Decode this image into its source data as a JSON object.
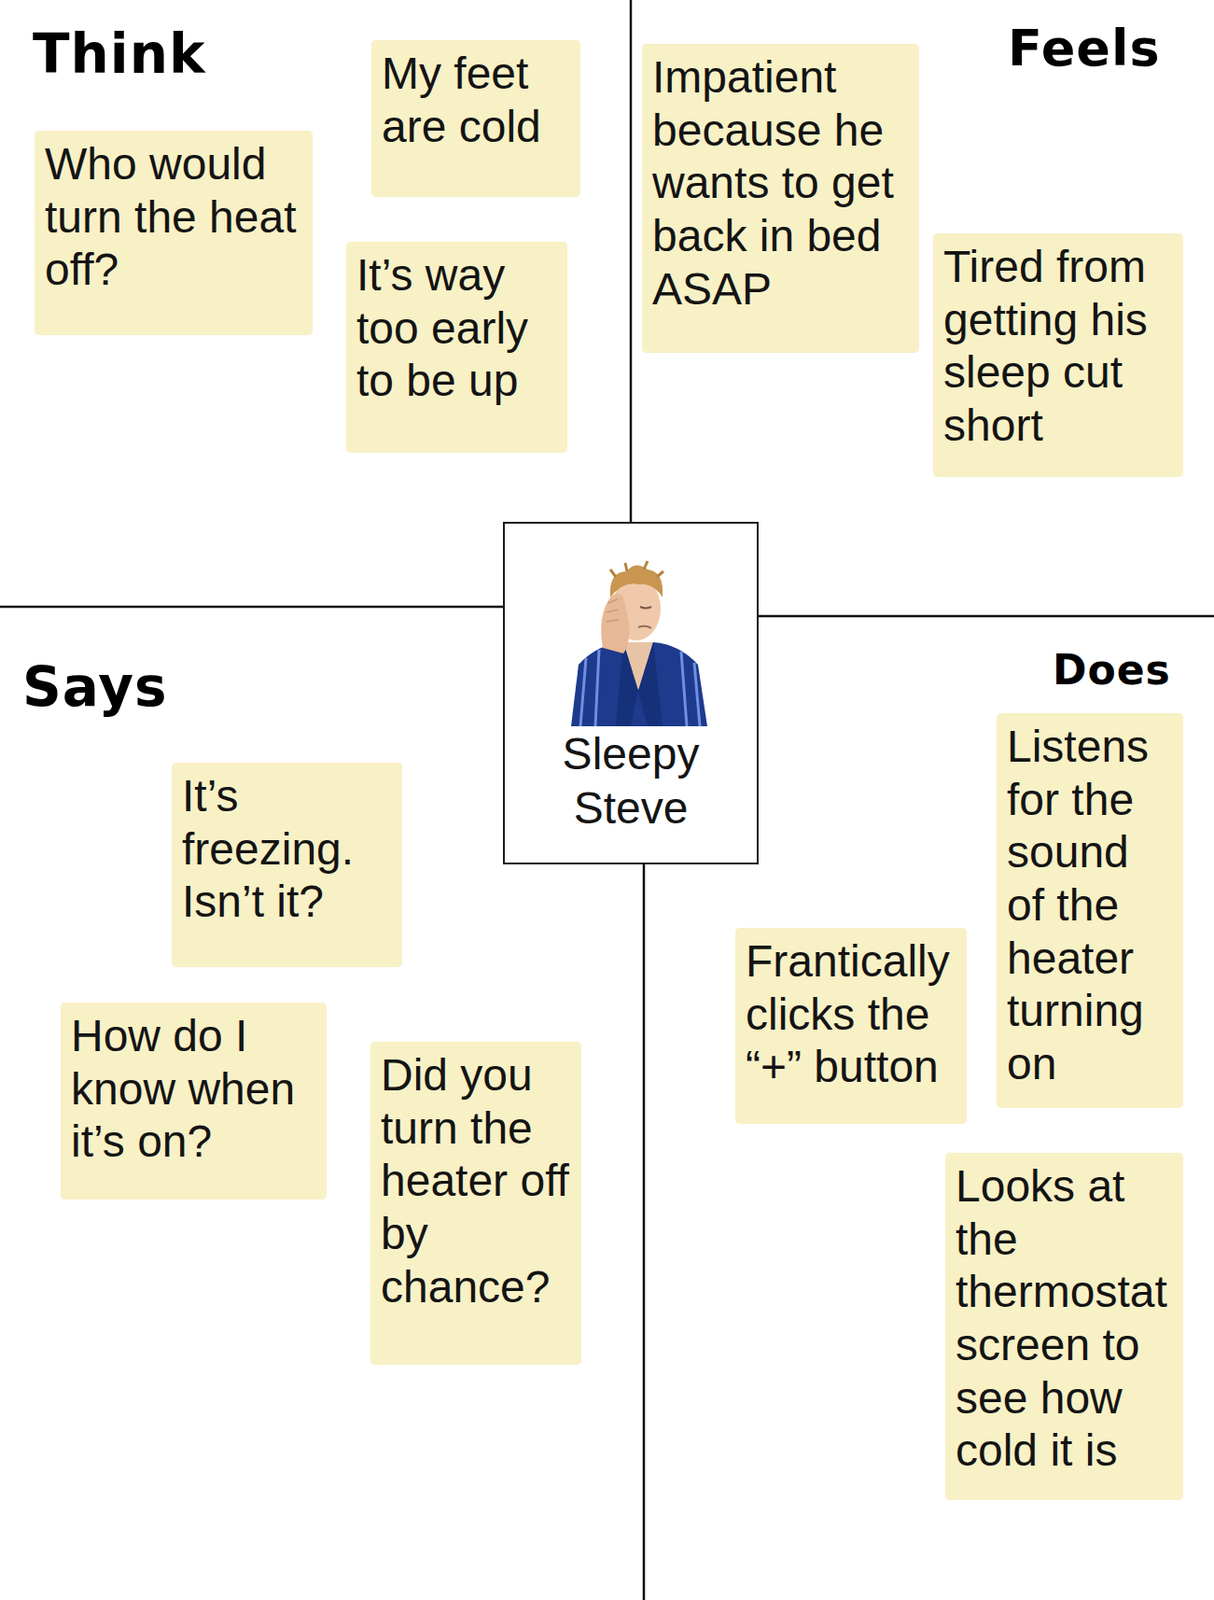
{
  "diagram": {
    "nodes": [
      {
        "text": [
          "Who would turn the heat off?"
        ]
      },
      {
        "text": [
          "My feet are cold"
        ]
      },
      {
        "text": [
          "It’s way too early to be up"
        ]
      },
      {
        "text": [
          "Impatient because he wants to get back in bed ASAP"
        ]
      },
      {
        "text": [
          "Tired from getting his sleep cut short"
        ]
      },
      {
        "text": [
          "Sleepy Steve"
        ]
      },
      {
        "text": [
          "It’s freezing. Isn’t it?"
        ]
      },
      {
        "text": [
          "How do I know when it’s on?"
        ]
      },
      {
        "text": [
          "Did you turn the heater off by chance?"
        ]
      },
      {
        "text": [
          "Listens for the sound of the heater turning on"
        ]
      },
      {
        "text": [
          "Frantically clicks the “+” button"
        ]
      },
      {
        "text": [
          "Looks at the thermostat screen to see how cold it is"
        ]
      }
    ],
    "labels": [
      "Think",
      "Feels",
      "Says",
      "Does"
    ]
  }
}
